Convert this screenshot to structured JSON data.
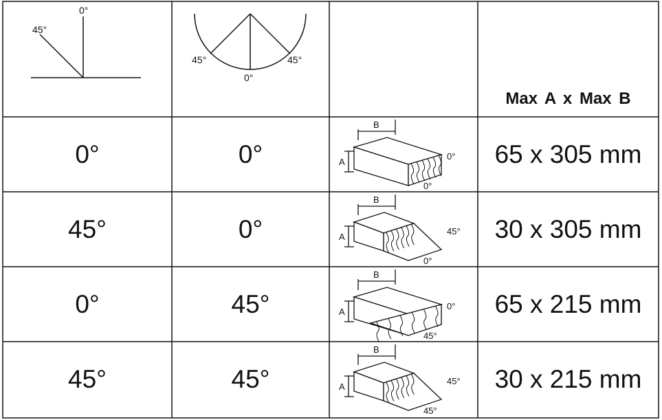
{
  "header": {
    "miter_labels": {
      "left": "45°",
      "top": "0°"
    },
    "bevel_labels": {
      "left": "45°",
      "bottom": "0°",
      "right": "45°"
    },
    "capacity_label": "Max A  x  Max B"
  },
  "diagram_labels": {
    "a": "A",
    "b": "B"
  },
  "rows": [
    {
      "miter": "0°",
      "bevel": "0°",
      "capacity": "65 x 305 mm",
      "side_angle": "0°",
      "bottom_angle": "0°",
      "icon": "block-straight-cut"
    },
    {
      "miter": "45°",
      "bevel": "0°",
      "capacity": "30 x 305 mm",
      "side_angle": "45°",
      "bottom_angle": "0°",
      "icon": "block-bevel-cut"
    },
    {
      "miter": "0°",
      "bevel": "45°",
      "capacity": "65 x 215 mm",
      "side_angle": "0°",
      "bottom_angle": "45°",
      "icon": "block-miter-cut"
    },
    {
      "miter": "45°",
      "bevel": "45°",
      "capacity": "30 x 215 mm",
      "side_angle": "45°",
      "bottom_angle": "45°",
      "icon": "block-compound-cut"
    }
  ]
}
